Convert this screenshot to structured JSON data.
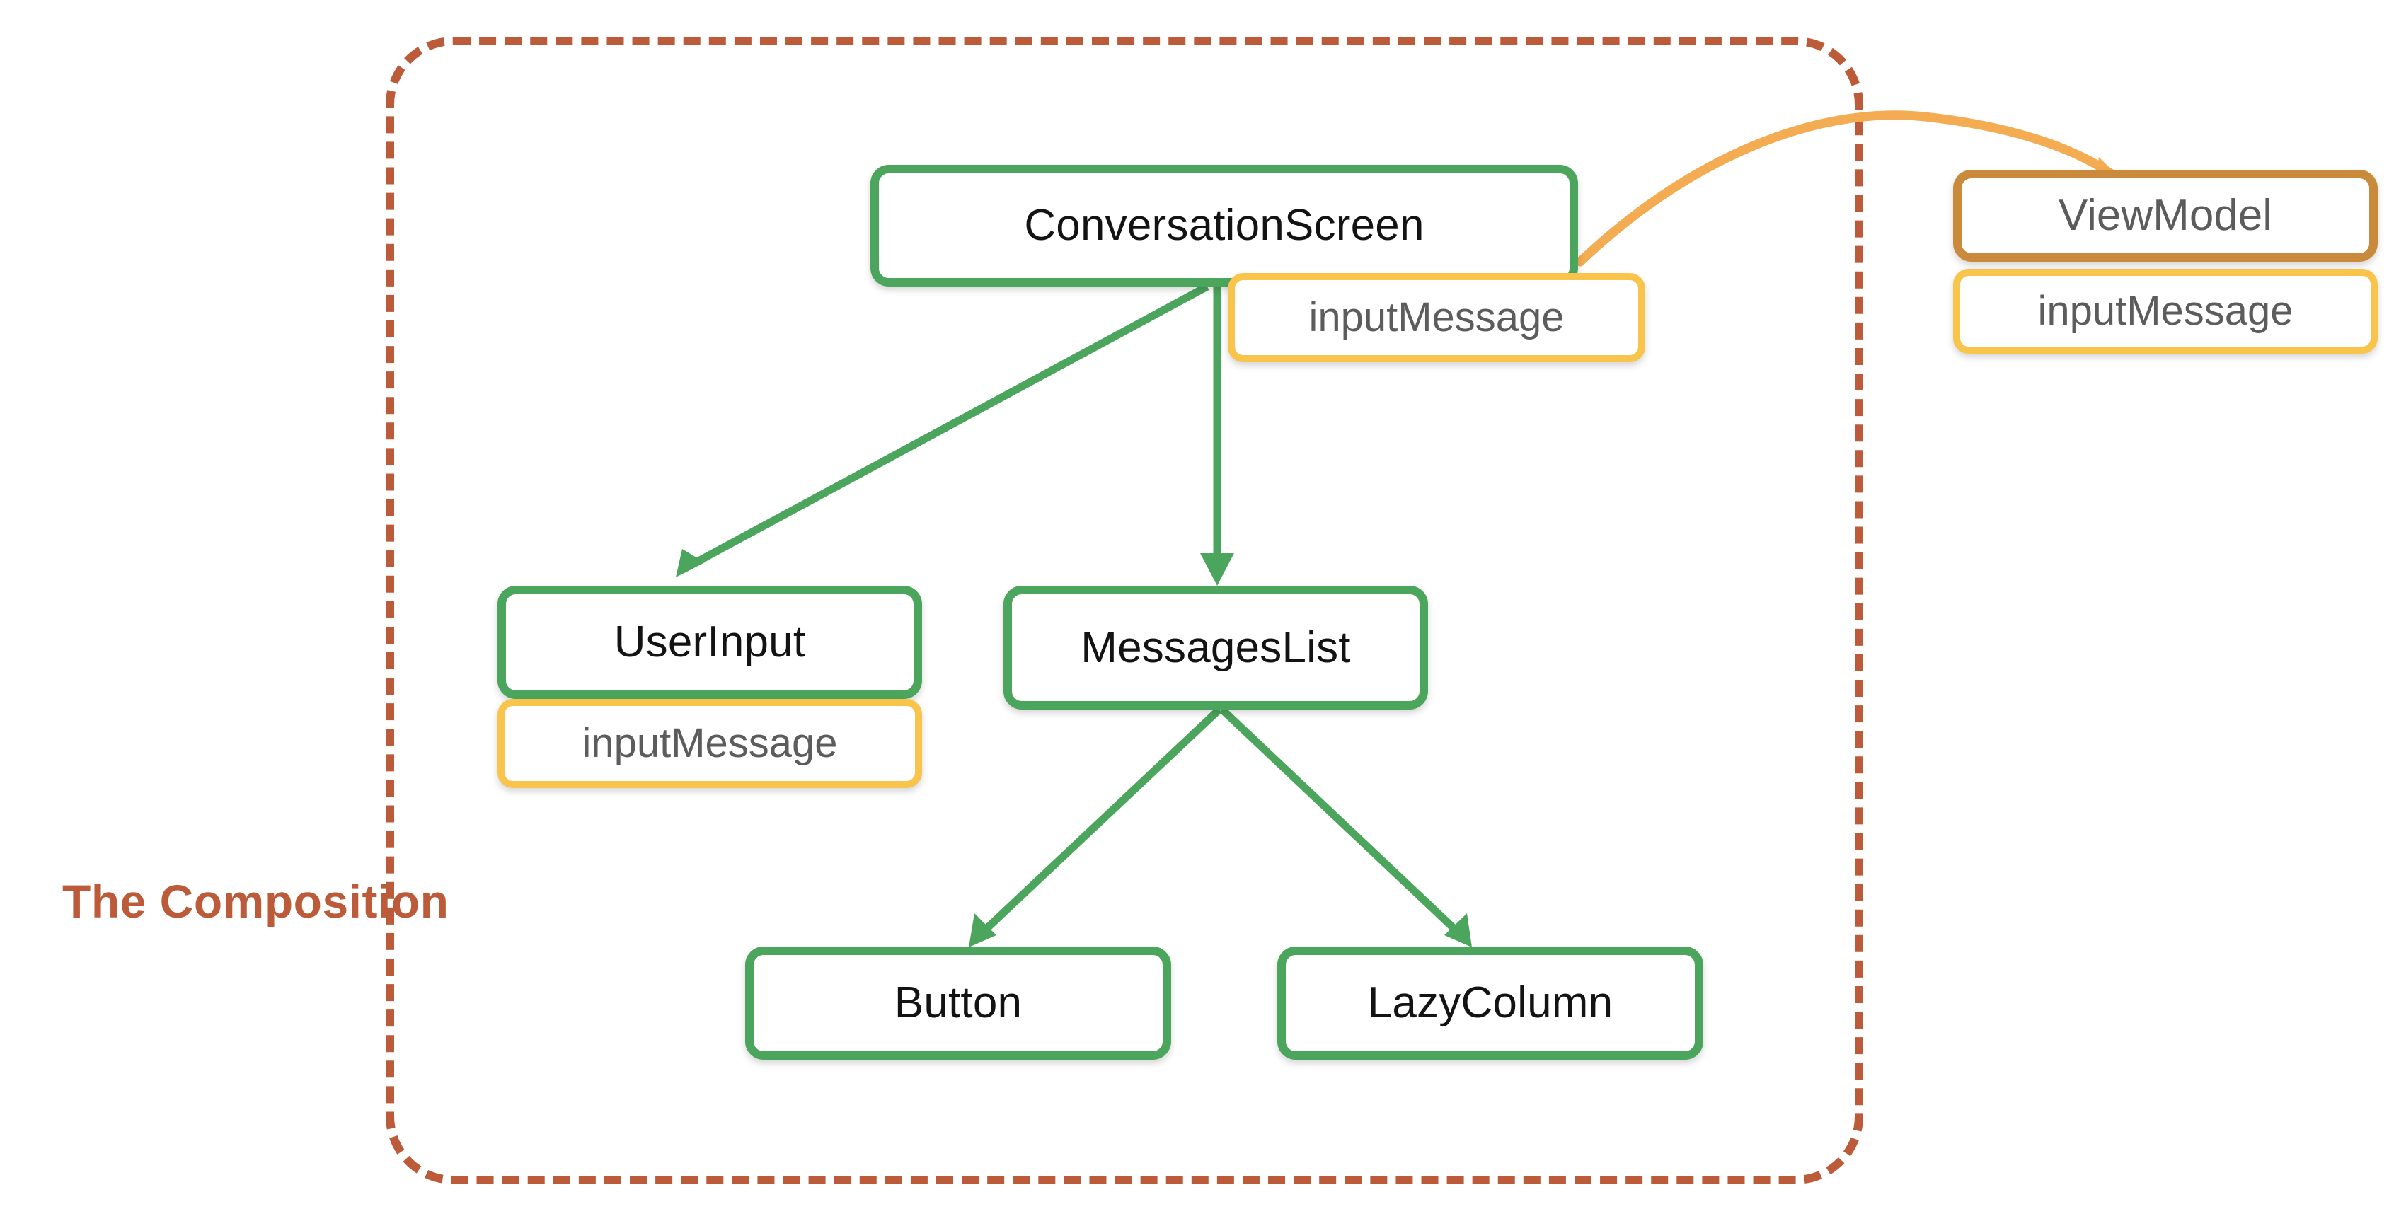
{
  "diagram": {
    "title": "Jetpack Compose state hoisting composition tree",
    "boundary": {
      "caption": "The Composition",
      "style": "dashed-rounded-rect",
      "color": "#BC5B39"
    },
    "colors": {
      "composable_border": "#4CA55C",
      "state_chip_border": "#F8C44C",
      "viewmodel_border": "#C98A3C",
      "composition_boundary": "#BC5B39",
      "composition_edge": "#4CA55C",
      "viewmodel_edge": "#F4AC52",
      "node_text": "#131313",
      "chip_text": "#5c5c5c",
      "canvas": "#ffffff"
    },
    "nodes": [
      {
        "id": "conversation-screen",
        "label": "ConversationScreen",
        "kind": "composable",
        "inside_composition": true
      },
      {
        "id": "user-input",
        "label": "UserInput",
        "kind": "composable",
        "inside_composition": true
      },
      {
        "id": "messages-list",
        "label": "MessagesList",
        "kind": "composable",
        "inside_composition": true
      },
      {
        "id": "button",
        "label": "Button",
        "kind": "composable",
        "inside_composition": true
      },
      {
        "id": "lazy-column",
        "label": "LazyColumn",
        "kind": "composable",
        "inside_composition": true
      },
      {
        "id": "view-model",
        "label": "ViewModel",
        "kind": "viewmodel",
        "inside_composition": false
      }
    ],
    "state_chips": [
      {
        "id": "chip-conversation-screen",
        "label": "inputMessage",
        "owner": "conversation-screen"
      },
      {
        "id": "chip-user-input",
        "label": "inputMessage",
        "owner": "user-input"
      },
      {
        "id": "chip-view-model",
        "label": "inputMessage",
        "owner": "view-model"
      }
    ],
    "edges": [
      {
        "id": "edge-conversation-to-userinput",
        "from": "conversation-screen",
        "to": "user-input",
        "style": "straight",
        "color": "#4CA55C"
      },
      {
        "id": "edge-conversation-to-messageslist",
        "from": "conversation-screen",
        "to": "messages-list",
        "style": "straight",
        "color": "#4CA55C"
      },
      {
        "id": "edge-messageslist-to-button",
        "from": "messages-list",
        "to": "button",
        "style": "straight",
        "color": "#4CA55C"
      },
      {
        "id": "edge-messageslist-to-lazycolumn",
        "from": "messages-list",
        "to": "lazy-column",
        "style": "straight",
        "color": "#4CA55C"
      },
      {
        "id": "edge-conversation-to-viewmodel",
        "from": "conversation-screen",
        "to": "view-model",
        "style": "curved",
        "color": "#F4AC52"
      }
    ]
  }
}
